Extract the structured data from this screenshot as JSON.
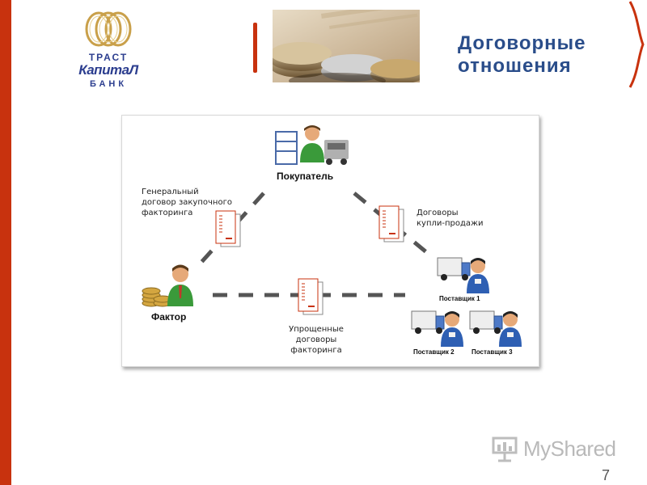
{
  "slide": {
    "title_line1": "Договорные",
    "title_line2": "отношения",
    "page_number": "7"
  },
  "logo": {
    "line1": "ТРАСТ",
    "line2": "КапитаЛ",
    "line3": "БАНК"
  },
  "diagram": {
    "buyer": "Покупатель",
    "factor": "Фактор",
    "supplier1": "Поставщик 1",
    "supplier2": "Поставщик 2",
    "supplier3": "Поставщик 3",
    "contract_general": [
      "Генеральный",
      "договор закупочного",
      "факторинга"
    ],
    "contract_sales": [
      "Договоры",
      "купли-продажи"
    ],
    "contract_simplified": [
      "Упрощенные",
      "договоры",
      "факторинга"
    ]
  },
  "watermark": {
    "text": "MyShared"
  },
  "colors": {
    "accent_red": "#c8320e",
    "title_blue": "#2a4d8a",
    "line_gray": "#555555"
  }
}
